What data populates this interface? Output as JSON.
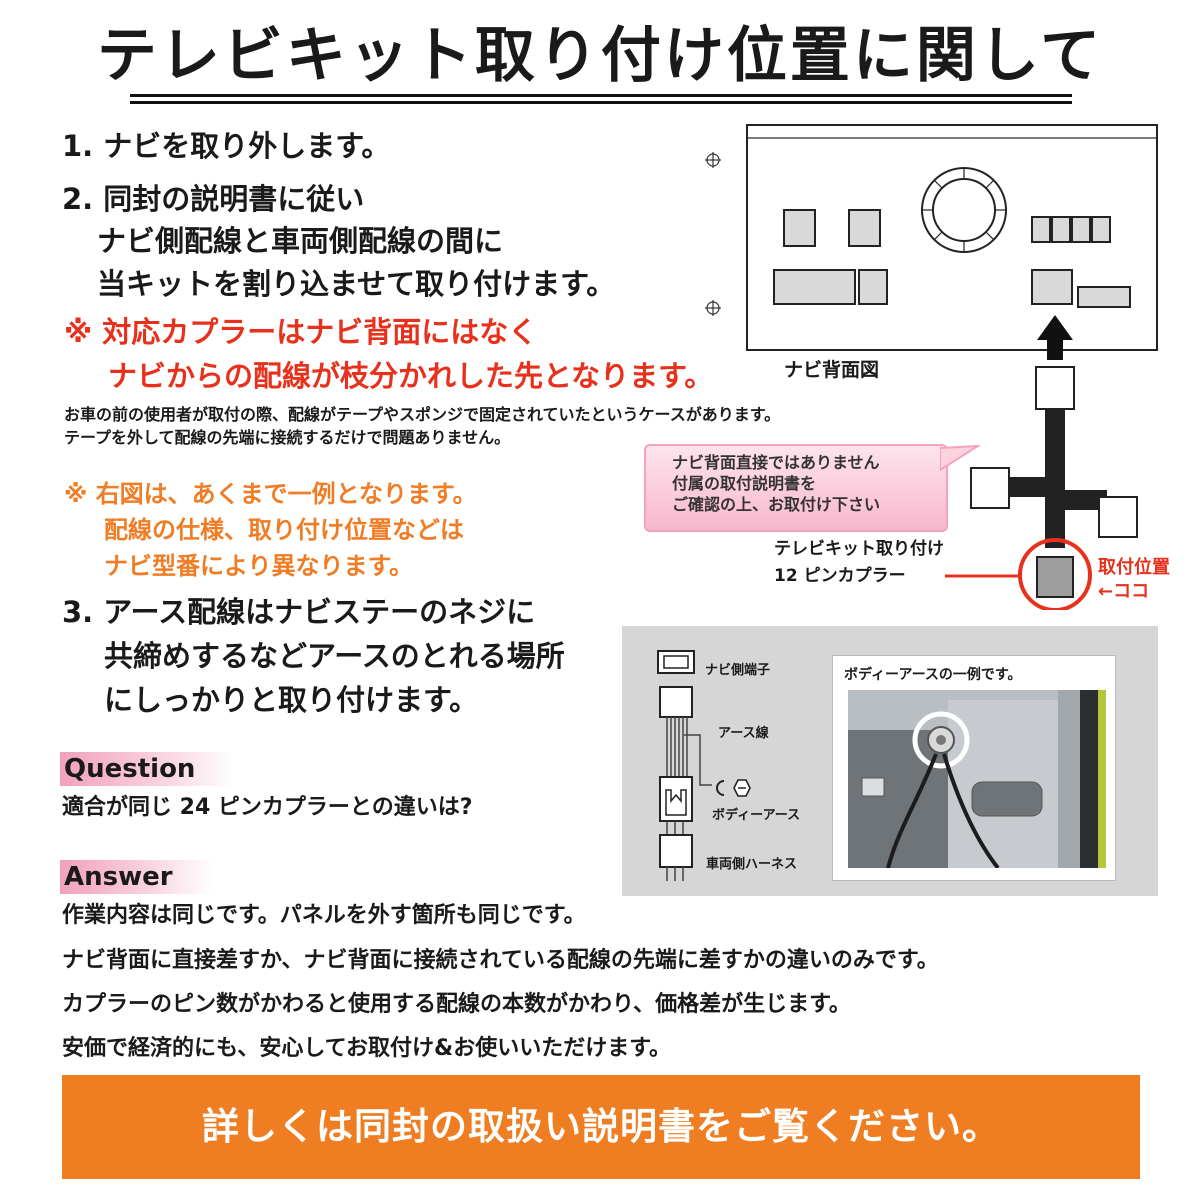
{
  "title": "テレビキット取り付け位置に関して",
  "steps": {
    "s1": "1. ナビを取り外します。",
    "s2_l1": "2. 同封の説明書に従い",
    "s2_l2": "ナビ側配線と車両側配線の間に",
    "s2_l3": "当キットを割り込ませて取り付けます。",
    "s3_l1": "3. アース配線はナビステーのネジに",
    "s3_l2": "共締めするなどアースのとれる場所",
    "s3_l3": "にしっかりと取り付けます。"
  },
  "warning": {
    "l1": "※ 対応カプラーはナビ背面にはなく",
    "l2": "ナビからの配線が枝分かれした先となります。"
  },
  "note": {
    "l1": "お車の前の使用者が取付の際、配線がテープやスポンジで固定されていたというケースがあります。",
    "l2": "テープを外して配線の先端に接続するだけで問題ありません。"
  },
  "example_note": {
    "l1": "※ 右図は、あくまで一例となります。",
    "l2": "配線の仕様、取り付け位置などは",
    "l3": "ナビ型番により異なります。"
  },
  "diagram": {
    "back_label": "ナビ背面図",
    "callout_l1": "ナビ背面直接ではありません",
    "callout_l2": "付属の取付説明書を",
    "callout_l3": "ご確認の上、お取付け下さい",
    "coupler_l1": "テレビキット取り付け",
    "coupler_l2": "12 ピンカプラー",
    "position_l1": "取付位置",
    "position_l2": "←ココ"
  },
  "ground_diagram": {
    "navi_terminal": "ナビ側端子",
    "ground_wire": "アース線",
    "body_ground": "ボディーアース",
    "vehicle_harness": "車両側ハーネス",
    "photo_caption": "ボディーアースの一例です。"
  },
  "qa": {
    "question_head": "Question",
    "question": "適合が同じ 24 ピンカプラーとの違いは?",
    "answer_head": "Answer",
    "answer_l1": "作業内容は同じです。パネルを外す箇所も同じです。",
    "answer_l2": "ナビ背面に直接差すか、ナビ背面に接続されている配線の先端に差すかの違いのみです。",
    "answer_l3": "カプラーのピン数がかわると使用する配線の本数がかわり、価格差が生じます。",
    "answer_l4": "安価で経済的にも、安心してお取付け&お使いいただけます。"
  },
  "banner": "詳しくは同封の取扱い説明書をご覧ください。",
  "colors": {
    "red": "#e8311c",
    "orange": "#ef7d22",
    "pink": "#f2a0bd"
  }
}
